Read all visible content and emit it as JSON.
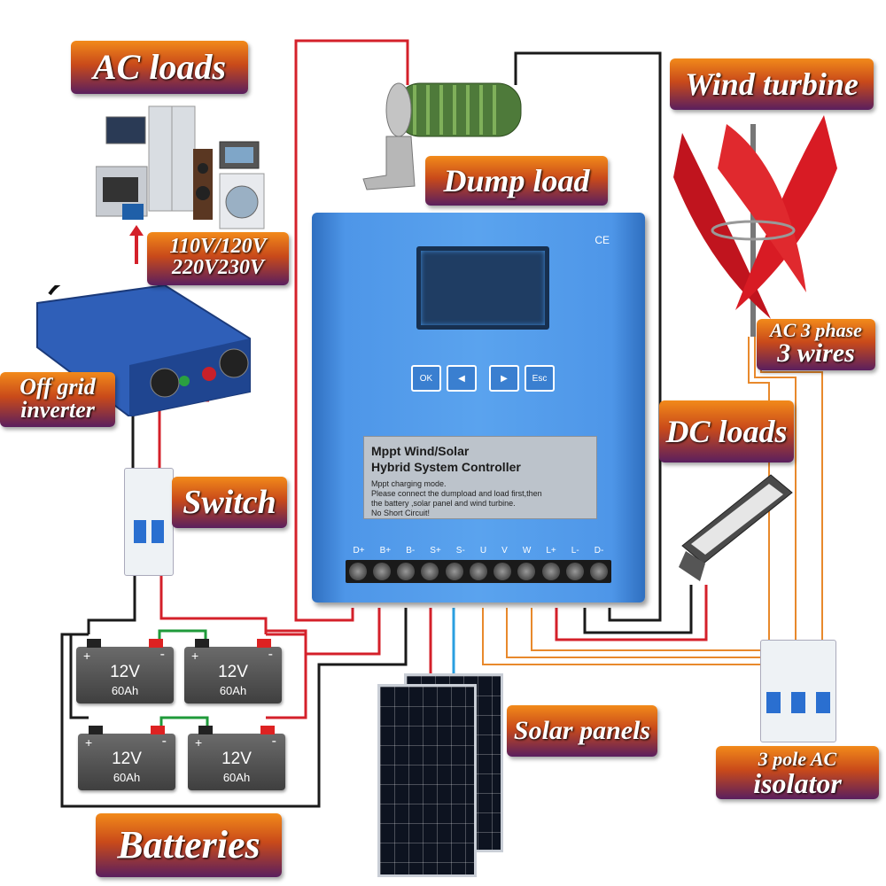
{
  "labels": {
    "ac_loads": "AC loads",
    "voltage_line1": "110V/120V",
    "voltage_line2": "220V230V",
    "dump_load": "Dump load",
    "wind_turbine": "Wind turbine",
    "off_grid_line1": "Off grid",
    "off_grid_line2": "inverter",
    "ac_phase_line1": "AC 3 phase",
    "ac_phase_line2": "3 wires",
    "dc_loads": "DC loads",
    "switch": "Switch",
    "solar_panels": "Solar panels",
    "isolator_line1": "3 pole AC",
    "isolator_line2": "isolator",
    "batteries": "Batteries"
  },
  "controller": {
    "ce_mark": "CE",
    "buttons": [
      "OK",
      "◀",
      "▶",
      "Esc"
    ],
    "title_line1": "Mppt Wind/Solar",
    "title_line2": "Hybrid System Controller",
    "instructions": "Mppt charging mode.\nPlease connect the dumpload and load first,then\nthe battery ,solar panel and wind turbine.\nNo Short Circuit!",
    "terminals": [
      "D+",
      "B+",
      "B-",
      "S+",
      "S-",
      "U",
      "V",
      "W",
      "L+",
      "L-",
      "D-"
    ]
  },
  "batteries": [
    {
      "voltage": "12V",
      "capacity": "60Ah",
      "plus": "+",
      "minus": "-"
    },
    {
      "voltage": "12V",
      "capacity": "60Ah",
      "plus": "+",
      "minus": "-"
    },
    {
      "voltage": "12V",
      "capacity": "60Ah",
      "plus": "+",
      "minus": "-"
    },
    {
      "voltage": "12V",
      "capacity": "60Ah",
      "plus": "+",
      "minus": "-"
    }
  ],
  "colors": {
    "wire_red": "#d4202a",
    "wire_black": "#1a1a1a",
    "wire_blue": "#2a9fe0",
    "wire_orange": "#e8892c",
    "wire_green": "#1f9a3a",
    "controller_blue": "#4e96e8"
  }
}
